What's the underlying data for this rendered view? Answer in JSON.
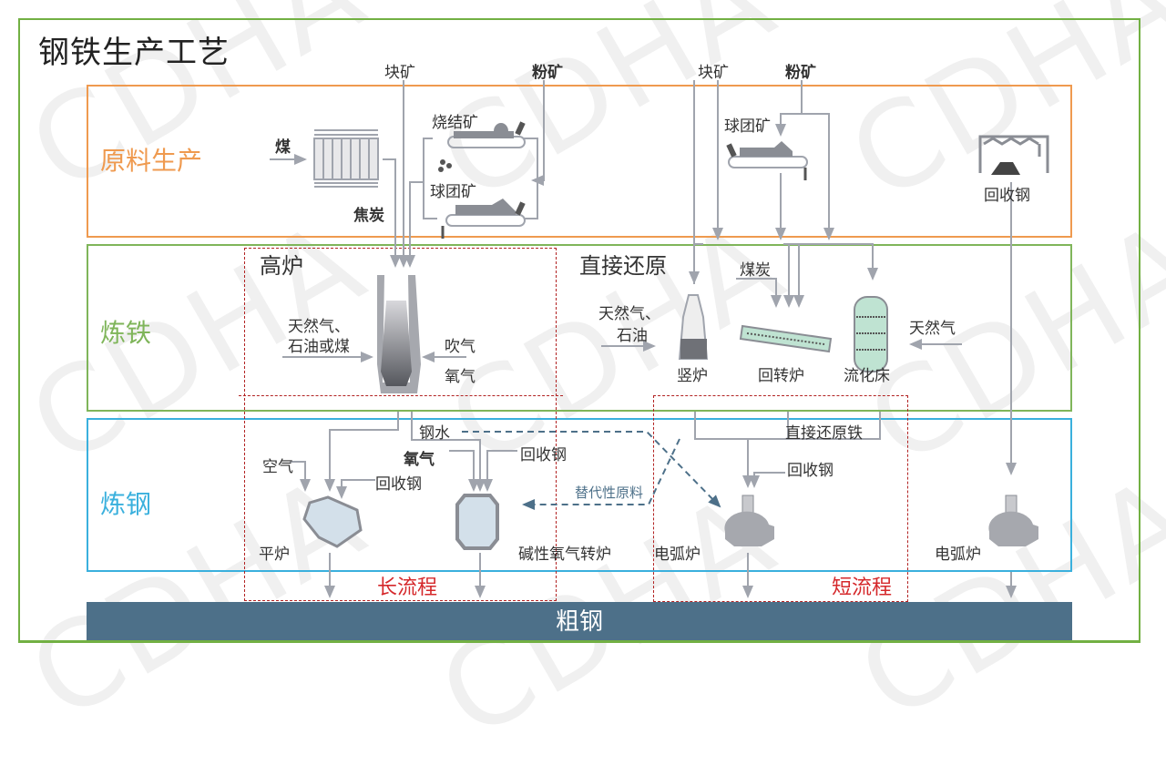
{
  "title": "钢铁生产工艺",
  "watermark": "CDHA",
  "colors": {
    "frame": "#72b043",
    "raw_band": "#ef9a4f",
    "iron_band": "#7fb55a",
    "steel_band": "#3ab0dd",
    "crude_bar": "#4d7089",
    "flow_label": "#d5282b",
    "line": "#a0a4ad"
  },
  "bands": {
    "raw": "原料生产",
    "iron": "炼铁",
    "steel": "炼钢"
  },
  "inputs_top": {
    "lump_ore_1": "块矿",
    "fine_ore_1": "粉矿",
    "lump_ore_2": "块矿",
    "fine_ore_2": "粉矿"
  },
  "raw_materials": {
    "coal": "煤",
    "coke": "焦炭",
    "sinter": "烧结矿",
    "pellet_1": "球团矿",
    "pellet_2": "球团矿",
    "scrap": "回收钢"
  },
  "ironmaking": {
    "blast_furnace": "高炉",
    "bf_fuel_line1": "天然气、",
    "bf_fuel_line2": "石油或煤",
    "blast_air": "吹气",
    "oxygen": "氧气",
    "direct_reduction": "直接还原",
    "coal_char": "煤炭",
    "dr_gas_line1": "天然气、",
    "dr_gas_line2": "石油",
    "shaft_furnace": "竖炉",
    "rotary_kiln": "回转炉",
    "fluidized_bed": "流化床",
    "natural_gas": "天然气"
  },
  "steelmaking": {
    "hot_metal": "钢水",
    "air": "空气",
    "scrap_ohf": "回收钢",
    "oxygen": "氧气",
    "scrap_bof": "回收钢",
    "open_hearth": "平炉",
    "bof": "碱性氧气转炉",
    "alt_feed": "替代性原料",
    "dri": "直接还原铁",
    "scrap_eaf": "回收钢",
    "eaf_1": "电弧炉",
    "eaf_2": "电弧炉"
  },
  "routes": {
    "long": "长流程",
    "short": "短流程"
  },
  "output": "粗钢"
}
